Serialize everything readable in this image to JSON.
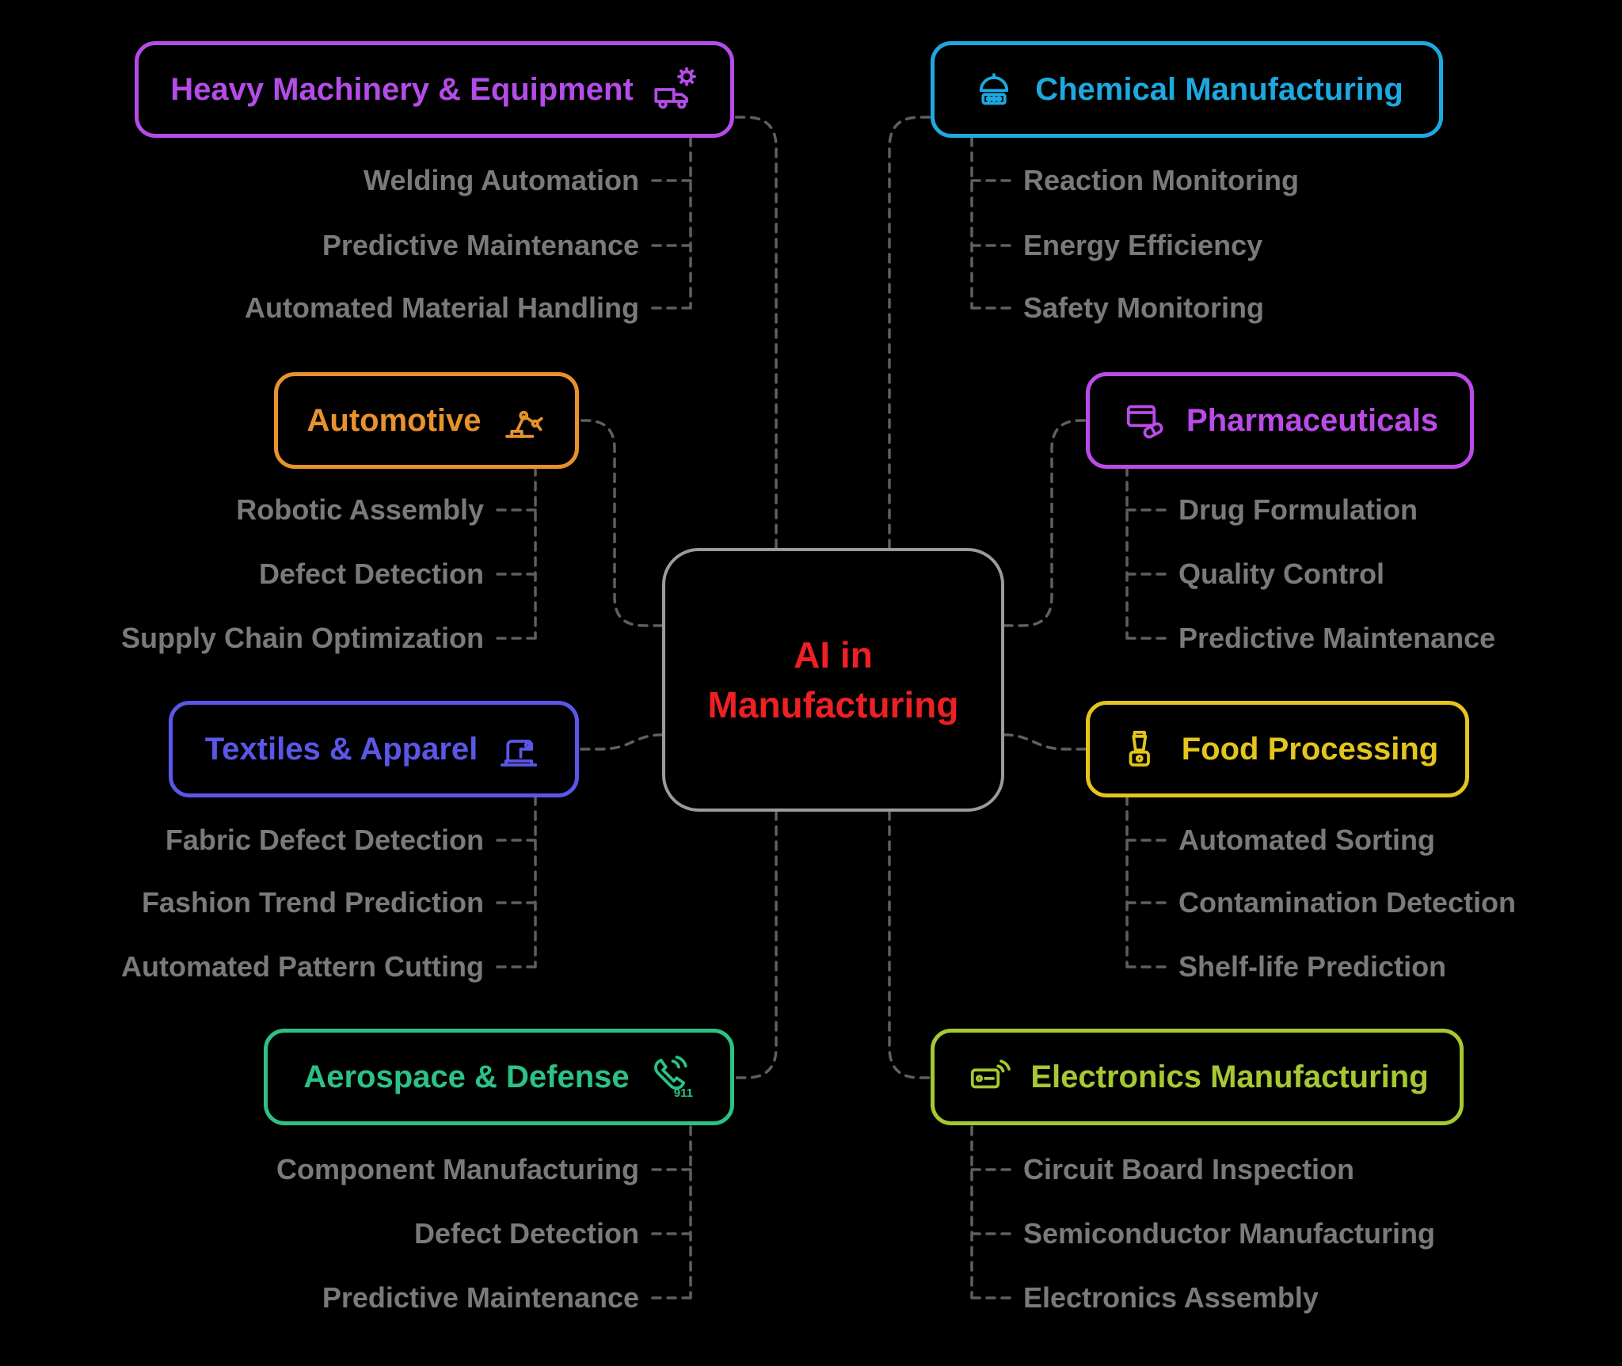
{
  "center": {
    "line1": "AI in",
    "line2": "Manufacturing",
    "color": "#ed2024",
    "border_color": "#9b9b9b"
  },
  "item_text_color": "#7a7a7a",
  "connector_color": "#5f5f5f",
  "branches": [
    {
      "title": "Heavy Machinery & Equipment",
      "color": "#b44ce8",
      "side": "left",
      "icon": "truck-gear-icon",
      "items": [
        "Welding Automation",
        "Predictive Maintenance",
        "Automated Material Handling"
      ]
    },
    {
      "title": "Chemical Manufacturing",
      "color": "#1da9e0",
      "side": "right",
      "icon": "chemical-dish-icon",
      "items": [
        "Reaction Monitoring",
        "Energy Efficiency",
        "Safety Monitoring"
      ]
    },
    {
      "title": "Automotive",
      "color": "#e8922d",
      "side": "left",
      "icon": "robotic-arm-icon",
      "items": [
        "Robotic Assembly",
        "Defect Detection",
        "Supply Chain Optimization"
      ]
    },
    {
      "title": "Pharmaceuticals",
      "color": "#bb4be8",
      "side": "right",
      "icon": "pill-box-icon",
      "items": [
        "Drug Formulation",
        "Quality Control",
        "Predictive Maintenance"
      ]
    },
    {
      "title": "Textiles & Apparel",
      "color": "#5a57e8",
      "side": "left",
      "icon": "sewing-machine-icon",
      "items": [
        "Fabric Defect Detection",
        "Fashion Trend Prediction",
        "Automated Pattern Cutting"
      ]
    },
    {
      "title": "Food Processing",
      "color": "#e3c51c",
      "side": "right",
      "icon": "blender-icon",
      "items": [
        "Automated Sorting",
        "Contamination Detection",
        "Shelf-life Prediction"
      ]
    },
    {
      "title": "Aerospace & Defense",
      "color": "#2cc185",
      "side": "left",
      "icon": "emergency-phone-icon",
      "items": [
        "Component Manufacturing",
        "Defect Detection",
        "Predictive Maintenance"
      ]
    },
    {
      "title": "Electronics Manufacturing",
      "color": "#a6c832",
      "side": "right",
      "icon": "circuit-wifi-icon",
      "items": [
        "Circuit Board Inspection",
        "Semiconductor Manufacturing",
        "Electronics Assembly"
      ]
    }
  ]
}
